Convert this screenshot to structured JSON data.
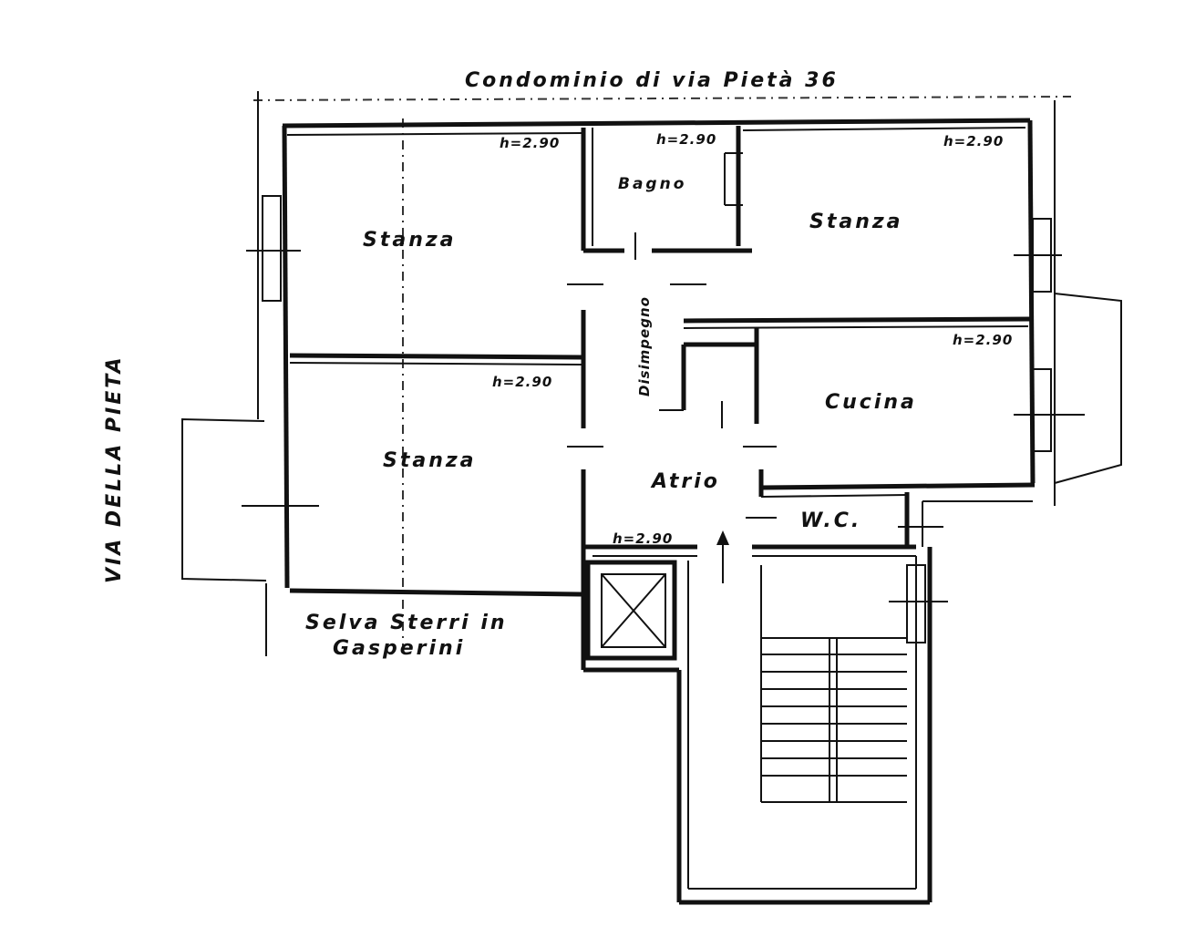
{
  "header": {
    "building_label": "Condominio di via Pietà 36"
  },
  "streets": {
    "left_street": "VIA DELLA PIETA",
    "bottom_neighbor_line1": "Selva Sterri in",
    "bottom_neighbor_line2": "Gasperini"
  },
  "rooms": {
    "stanza_top_left": "Stanza",
    "bagno": "Bagno",
    "stanza_top_right": "Stanza",
    "disimpegno": "Disimpegno",
    "cucina": "Cucina",
    "stanza_bottom_left": "Stanza",
    "atrio": "Atrio",
    "wc": "W.C."
  },
  "heights": {
    "h1": "h=2.90",
    "h2": "h=2.90",
    "h3": "h=2.90",
    "h4": "h=2.90",
    "h5": "h=2.90",
    "h6": "h=2.90"
  }
}
